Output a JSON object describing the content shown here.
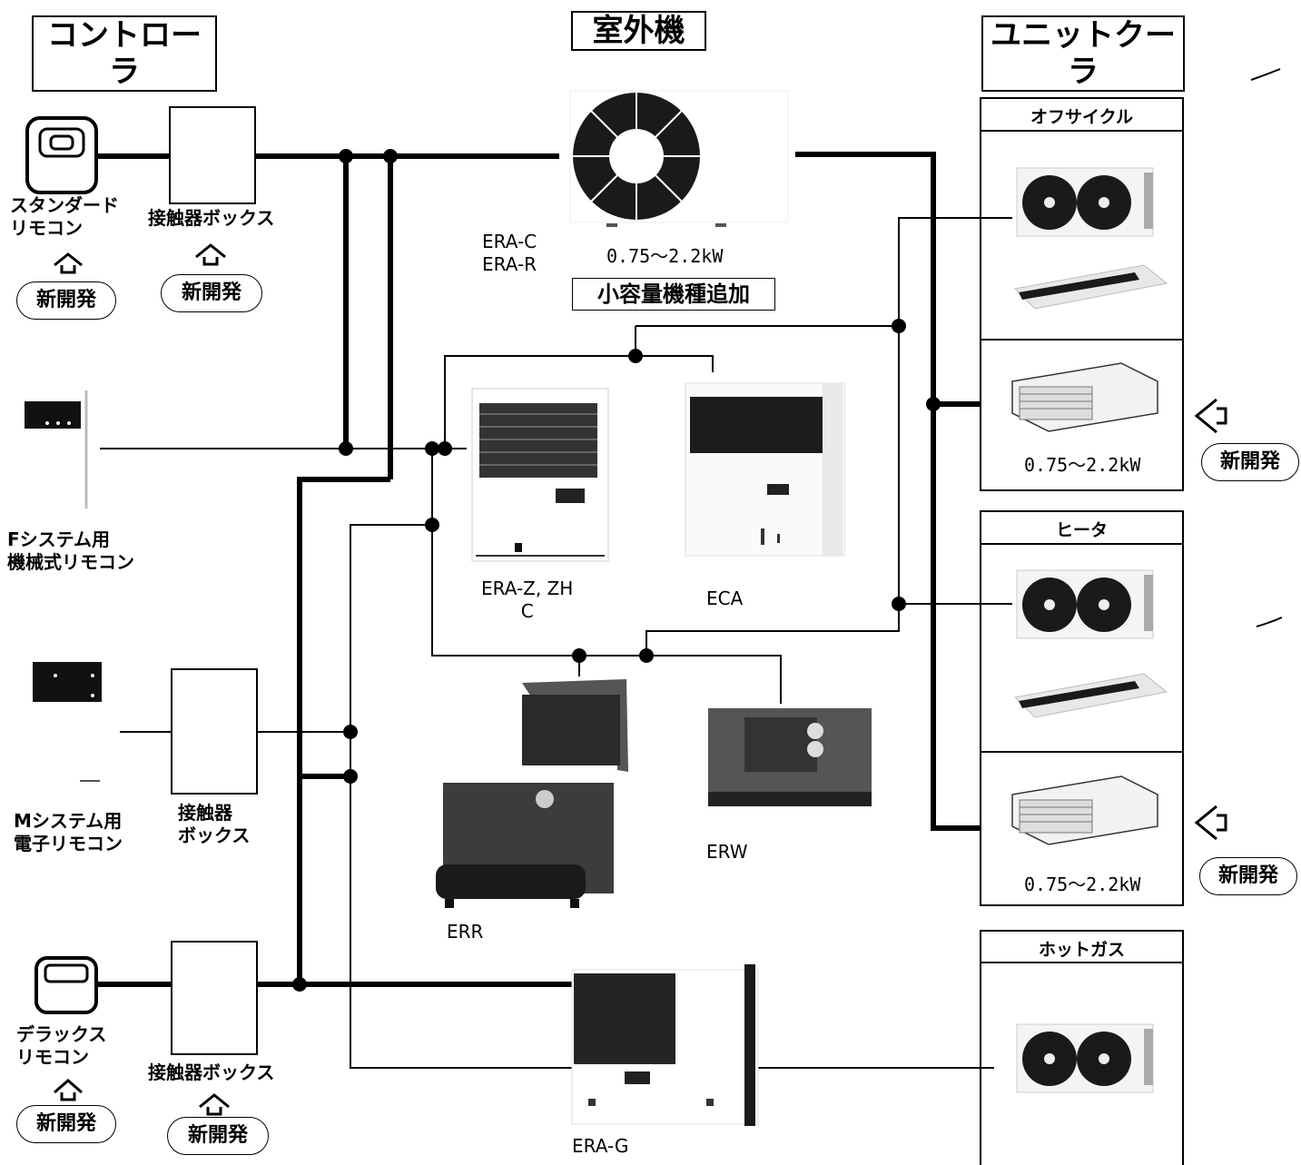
{
  "headers": {
    "controller": "コントローラ",
    "outdoor": "室外機",
    "unit_cooler": "ユニットクーラ"
  },
  "controllers": {
    "standard_remote": "スタンダード\nリモコン",
    "contactor_box": "接触器ボックス",
    "f_system_remote": "Fシステム用\n機械式リモコン",
    "m_system_remote": "Mシステム用\n電子リモコン",
    "contactor_box_split": "接触器\nボックス",
    "deluxe_remote": "デラックス\nリモコン",
    "new_dev": "新開発"
  },
  "outdoor": {
    "era_c_r": "ERA-C\nERA-R",
    "capacity": "0.75～2.2kW",
    "small_capacity": "小容量機種追加",
    "era_z": "ERA-Z, ZH\nC",
    "eca": "ECA",
    "err": "ERR",
    "erw": "ERW",
    "era_g": "ERA-G"
  },
  "unit_cooler": {
    "off_cycle": "オフサイクル",
    "heater": "ヒータ",
    "hot_gas": "ホットガス",
    "capacity": "0.75～2.2kW",
    "new_dev": "新開発"
  }
}
